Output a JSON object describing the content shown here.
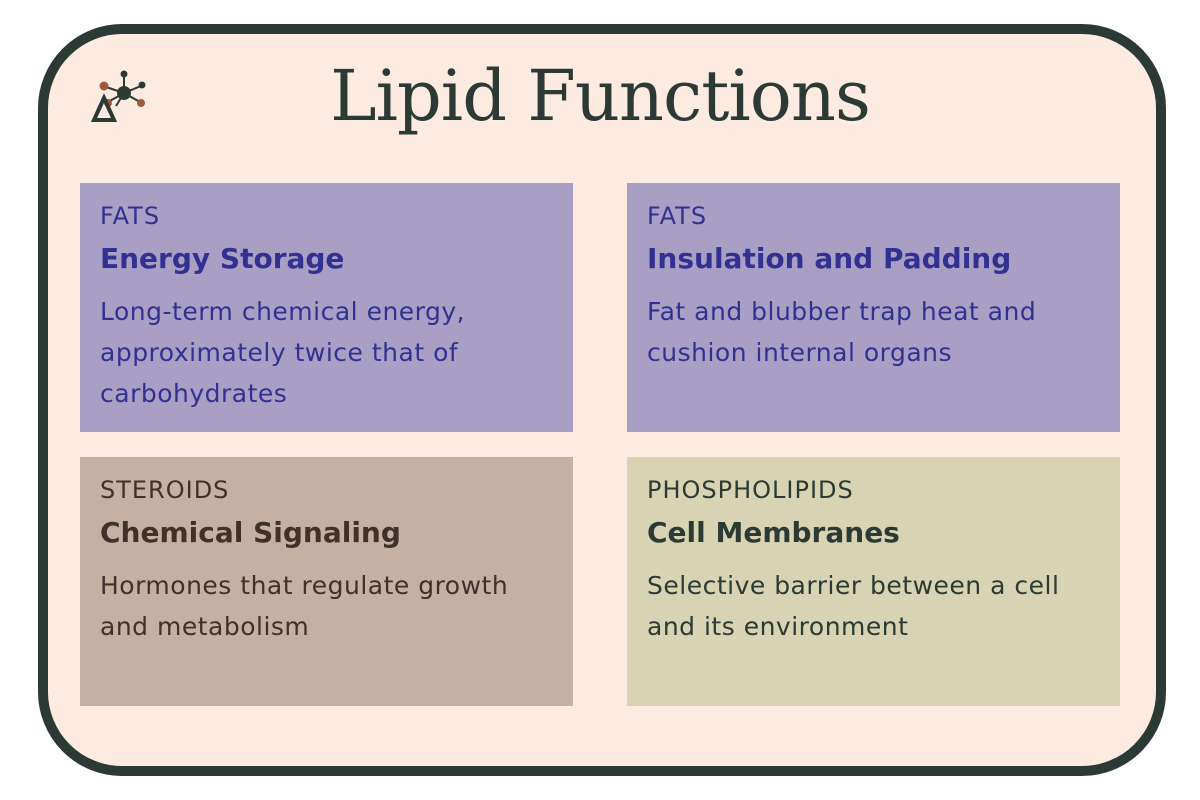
{
  "title": "Lipid Functions",
  "icons": {
    "logo": "molecule-triangle-icon"
  },
  "colors": {
    "frame_border": "#2b3a34",
    "background": "#fdebe1",
    "fats_card": "#a99fc4",
    "fats_text": "#323192",
    "steroids_card": "#c6b0a2",
    "steroids_text": "#40312a",
    "phospholipids_card": "#d8d3b2",
    "phospholipids_text": "#2b3a34"
  },
  "cards": [
    {
      "category": "FATS",
      "heading": "Energy Storage",
      "description": "Long-term chemical energy, approximately twice that of carbohydrates"
    },
    {
      "category": "FATS",
      "heading": "Insulation and Padding",
      "description": "Fat and blubber trap heat and cushion internal organs"
    },
    {
      "category": "STEROIDS",
      "heading": "Chemical Signaling",
      "description": "Hormones that regulate growth and metabolism"
    },
    {
      "category": "PHOSPHOLIPIDS",
      "heading": "Cell Membranes",
      "description": "Selective barrier between a cell and its environment"
    }
  ]
}
